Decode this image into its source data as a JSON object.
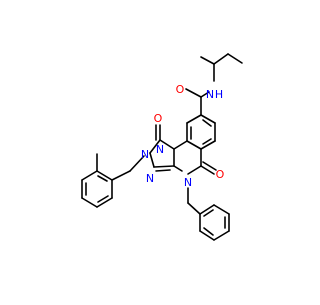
{
  "molecule": {
    "atoms": {
      "amide_oxygen": "O",
      "amide_nitrogen": "N",
      "amide_nh": "H",
      "triazole_n1": "N",
      "triazole_n2": "N",
      "triazole_n3": "N",
      "carbonyl_oxygen_top": "O",
      "carbonyl_oxygen_bottom": "O",
      "quinazoline_n4": "N"
    }
  }
}
